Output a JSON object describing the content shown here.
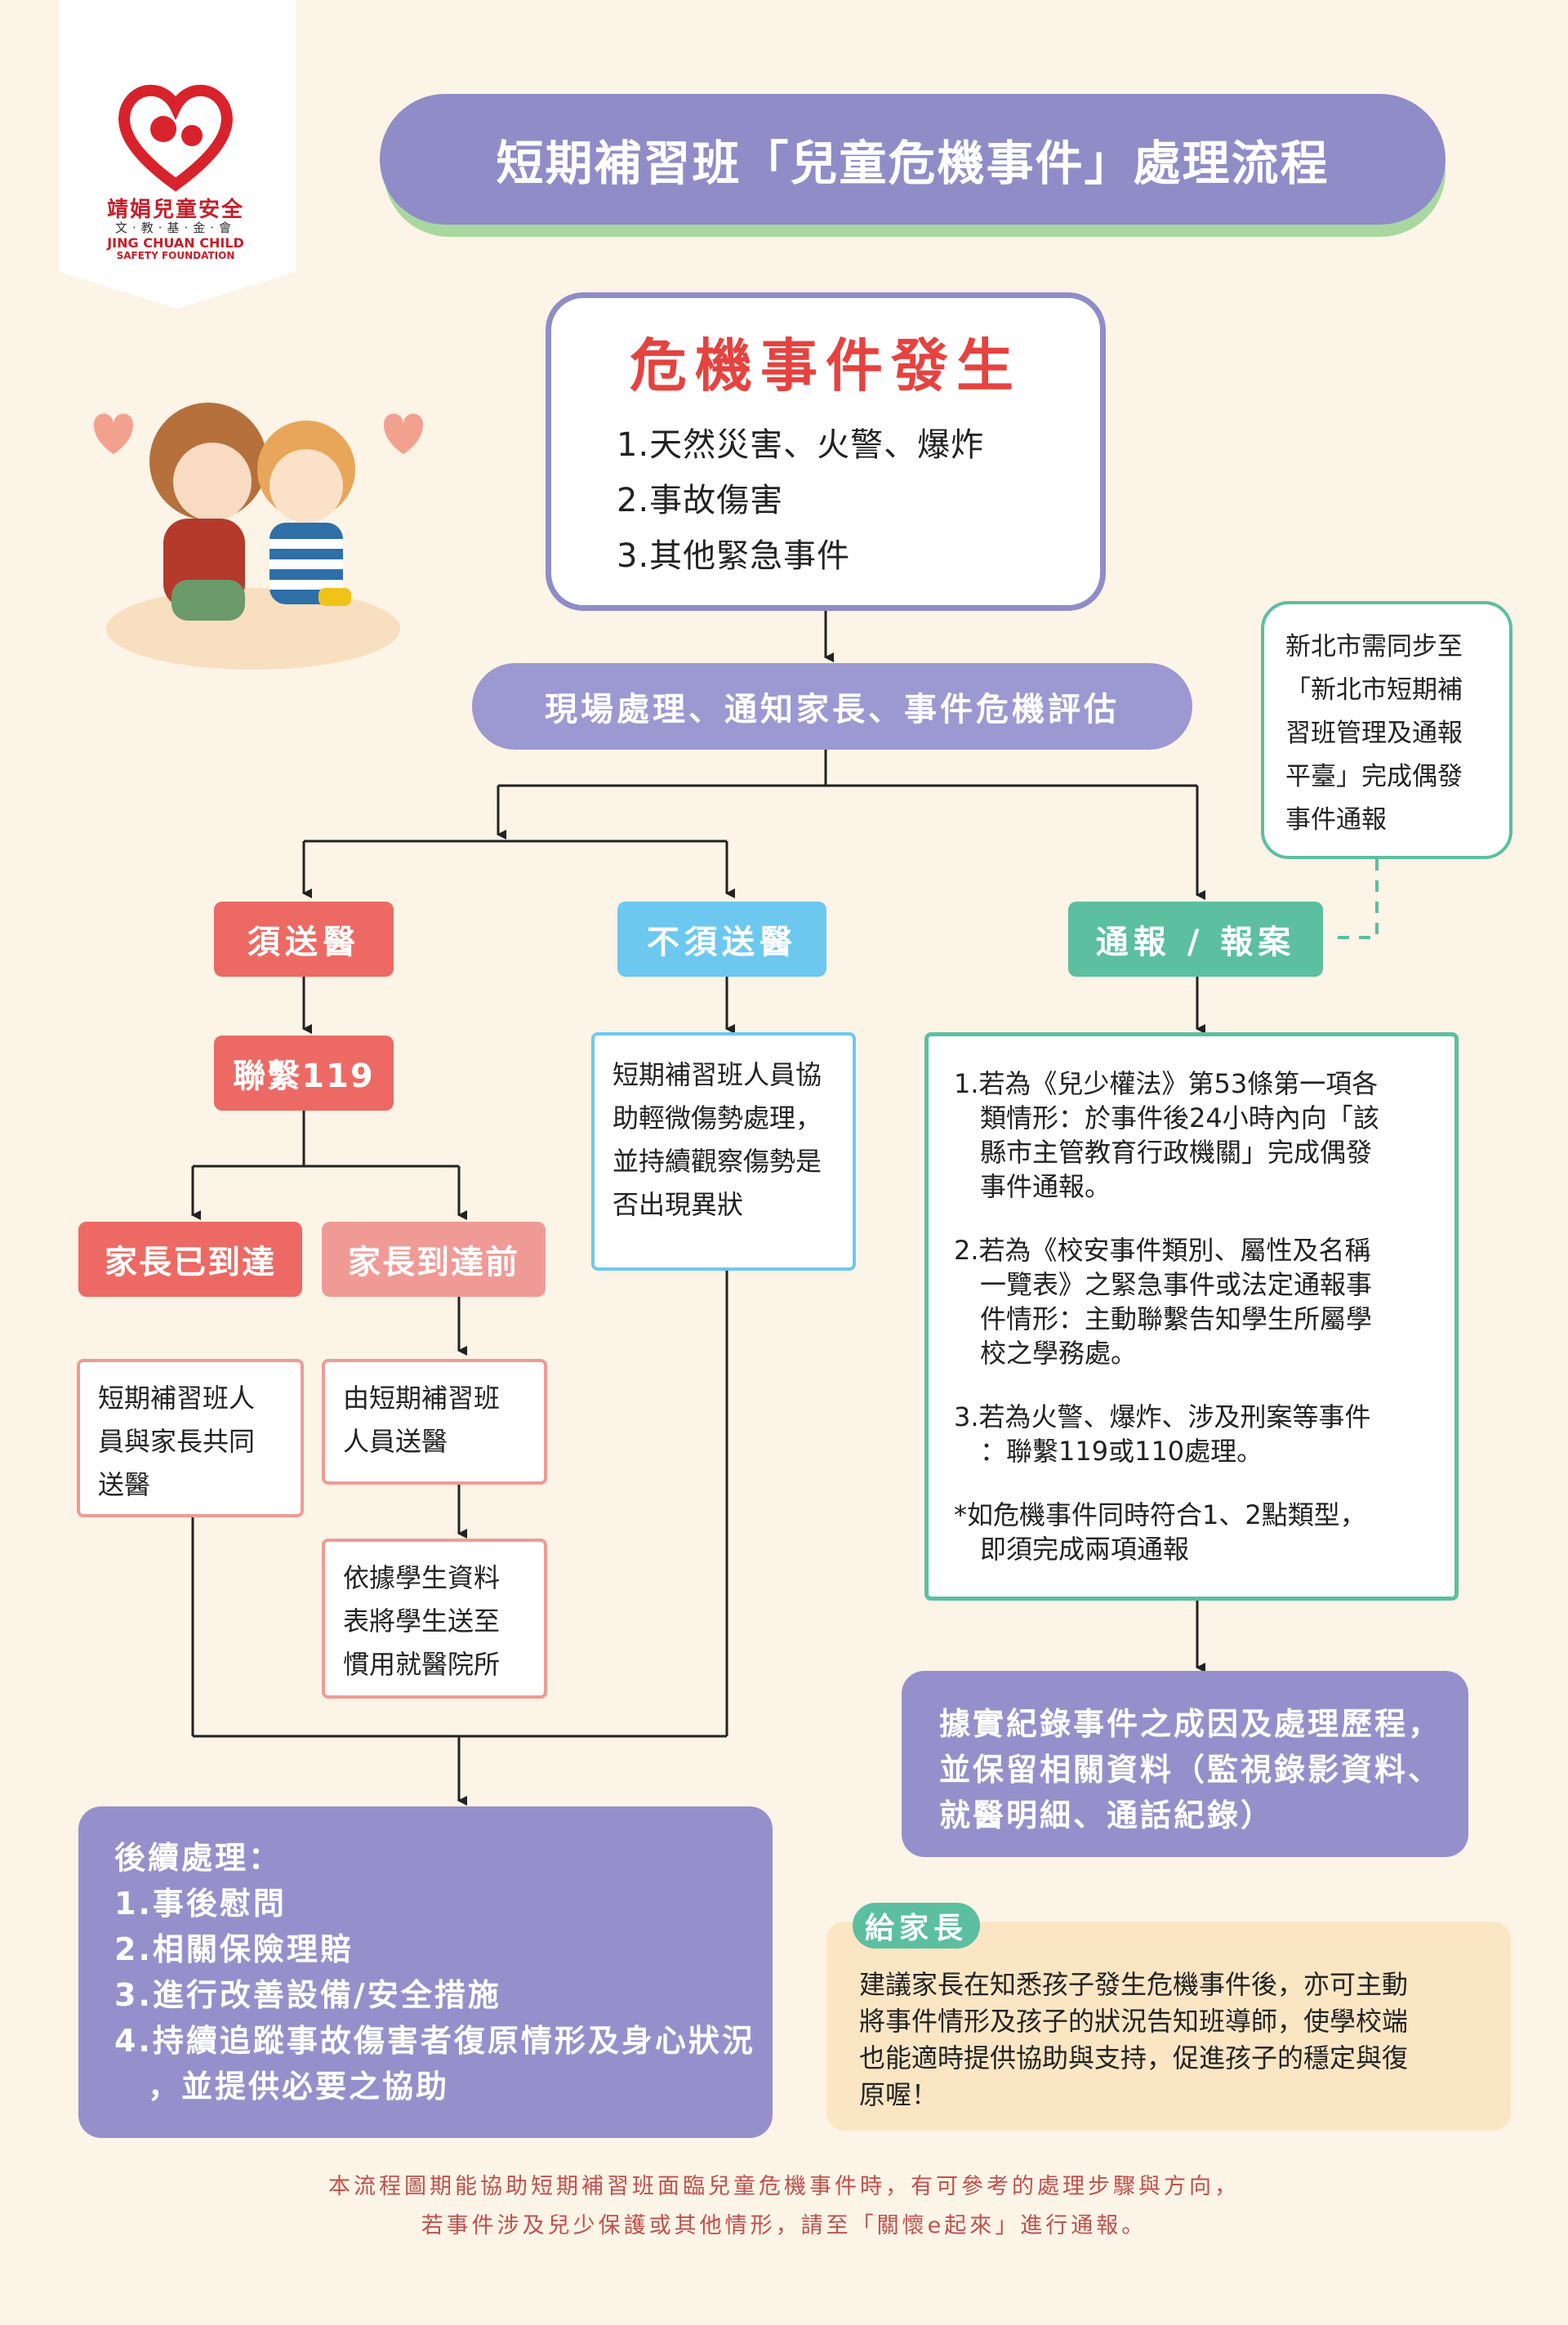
{
  "logo": {
    "name_zh": "靖娟兒童安全",
    "sub_zh": "文‧教‧基‧金‧會",
    "name_en_1": "JING CHUAN CHILD",
    "name_en_2": "SAFETY FOUNDATION"
  },
  "title": "短期補習班「兒童危機事件」處理流程",
  "crisis": {
    "heading": "危機事件發生",
    "items": [
      "1.天然災害、火警、爆炸",
      "2.事故傷害",
      "3.其他緊急事件"
    ]
  },
  "assessment": "現場處理、通知家長、事件危機評估",
  "side_note": [
    "新北市需同步至",
    "「新北市短期補",
    "習班管理及通報",
    "平臺」完成偶發",
    "事件通報"
  ],
  "branch_medical": {
    "label": "須送醫",
    "call": "聯繫119",
    "arrived_label": "家長已到達",
    "before_label": "家長到達前",
    "arrived_box": [
      "短期補習班人",
      "員與家長共同",
      "送醫"
    ],
    "before_box": [
      "由短期補習班",
      "人員送醫"
    ],
    "hospital_box": [
      "依據學生資料",
      "表將學生送至",
      "慣用就醫院所"
    ]
  },
  "branch_no_medical": {
    "label": "不須送醫",
    "box": [
      "短期補習班人員協",
      "助輕微傷勢處理，",
      "並持續觀察傷勢是",
      "否出現異狀"
    ]
  },
  "branch_report": {
    "label": "通報 / 報案",
    "items": [
      [
        "1.若為《兒少權法》第53條第一項各",
        "　類情形：於事件後24小時內向「該",
        "　縣市主管教育行政機關」完成偶發",
        "　事件通報。"
      ],
      [
        "2.若為《校安事件類別、屬性及名稱",
        "　一覽表》之緊急事件或法定通報事",
        "　件情形：主動聯繫告知學生所屬學",
        "　校之學務處。"
      ],
      [
        "3.若為火警、爆炸、涉及刑案等事件",
        "　：聯繫119或110處理。"
      ],
      [
        "*如危機事件同時符合1、2點類型，",
        "　即須完成兩項通報"
      ]
    ]
  },
  "record": [
    "據實紀錄事件之成因及處理歷程，",
    "並保留相關資料（監視錄影資料、",
    "就醫明細、通話紀錄）"
  ],
  "followup": {
    "heading": "後續處理：",
    "items": [
      "1.事後慰問",
      "2.相關保險理賠",
      "3.進行改善設備/安全措施",
      "4.持續追蹤事故傷害者復原情形及身心狀況",
      "　，並提供必要之協助"
    ]
  },
  "parents": {
    "tag": "給家長",
    "text": [
      "建議家長在知悉孩子發生危機事件後，亦可主動",
      "將事件情形及孩子的狀況告知班導師，使學校端",
      "也能適時提供協助與支持，促進孩子的穩定與復",
      "原喔！"
    ]
  },
  "footer": [
    "本流程圖期能協助短期補習班面臨兒童危機事件時，有可參考的處理步驟與方向，",
    "若事件涉及兒少保護或其他情形，請至「關懷e起來」進行通報。"
  ],
  "colors": {
    "background": "#fcf4e6",
    "purple": "#8f8cc8",
    "red": "#ec6a63",
    "pink": "#f09a96",
    "blue": "#6dc8f0",
    "green": "#5bbfa0",
    "crisis_title": "#e5433f"
  }
}
